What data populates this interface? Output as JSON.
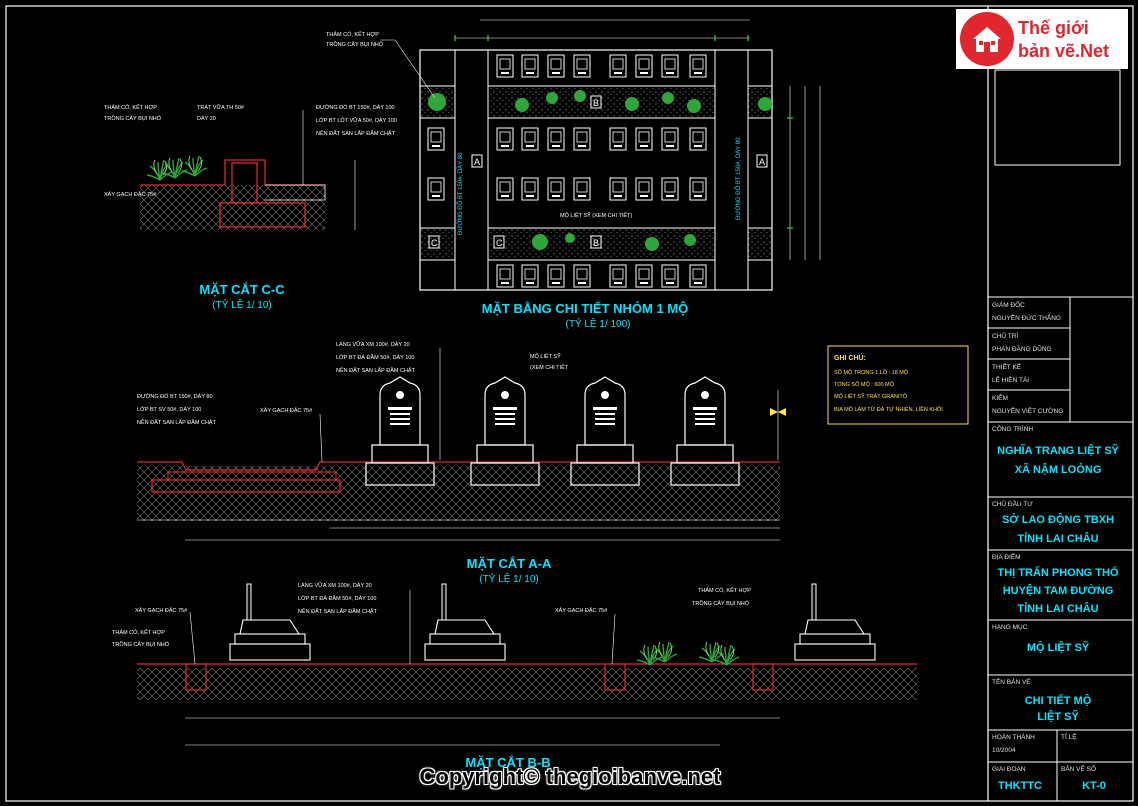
{
  "logo": {
    "line1": "Thế giới",
    "line2": "bản vẽ.Net"
  },
  "copyright": "Copyright© thegioibanve.net",
  "plan": {
    "title": "MẶT BẰNG CHI TIẾT NHÓM 1 MỘ",
    "scale": "(TỶ LỆ 1/ 100)",
    "note_grass": "THẢM CỎ, KẾT HỢP",
    "note_grass2": "TRỒNG CÂY BỤI NHỎ",
    "note_tomb": "MỘ LIỆT SỸ (XEM CHI TIẾT)",
    "road_left": "ĐƯỜNG ĐỔ BT 150#, DÀY 80",
    "road_right": "ĐƯỜNG ĐỔ BT 150#, DÀY 80",
    "mark_a": "A",
    "mark_b": "B",
    "mark_c": "C"
  },
  "section_cc": {
    "title": "MẶT CẮT C-C",
    "scale": "(TỶ LỆ 1/ 10)",
    "n1": "THẢM CỎ, KẾT HỢP",
    "n2": "TRỒNG CÂY BỤI NHỎ",
    "n3": "TRÁT VỮA TH 50#",
    "n4": "DÀY 20",
    "n5": "ĐƯỜNG ĐỔ BT 150#, DÀY 100",
    "n6": "LỚP BT LÓT VỮA 50#, DÀY 100",
    "n7": "NỀN ĐẤT SAN LẤP ĐẦM CHẶT",
    "n8": "XÂY GẠCH ĐẶC 75#"
  },
  "section_aa": {
    "title": "MẶT CẮT A-A",
    "scale": "(TỶ LỆ 1/ 10)",
    "n1": "LÁNG VỮA XM 100#, DÀY 20",
    "n2": "LỚP BT ĐÁ ĐẦM 50#, DÀY 100",
    "n3": "NỀN ĐẤT SAN LẤP ĐẦM CHẶT",
    "n4": "ĐƯỜNG ĐỔ BT 150#, DÀY 80",
    "n5": "LỚP BT SV 50#, DÀY 100",
    "n6": "NỀN ĐẤT SAN LẤP ĐẦM CHẶT",
    "n7": "XÂY GẠCH ĐẶC 75#",
    "n8": "MỘ LIỆT SỸ",
    "n9": "(XEM CHI TIẾT"
  },
  "section_bb": {
    "title": "MẶT CẮT B-B",
    "n1": "LÁNG VỮA XM 100#, DÀY 20",
    "n2": "LỚP BT ĐÁ ĐẦM 50#, DÀY 100",
    "n3": "NỀN ĐẤT SAN LẤP ĐẦM CHẶT",
    "n4": "XÂY GẠCH ĐẶC 75#",
    "n5": "THẢM CỎ, KẾT HỢP",
    "n6": "TRỒNG CÂY BỤI NHỎ",
    "n7": "XÂY GẠCH ĐẶC 75#",
    "n8": "THẢM CỎ, KẾT HỢP",
    "n9": "TRỒNG CÂY BỤI NHỎ"
  },
  "notes": {
    "heading": "GHI CHÚ:",
    "l1": "SỐ MỘ TRONG 1 LÔ : 18 MỘ",
    "l2": "TỔNG SỐ MỘ : 600 MỘ",
    "l3": "MỘ LIỆT SỸ TRÁT GRANITÔ",
    "l4": "BIA MỘ LÀM TỪ ĐÁ TỰ NHIÊN, LIỀN KHỐI"
  },
  "title_block": {
    "giam_doc_label": "GIÁM ĐỐC",
    "giam_doc": "NGUYỄN ĐỨC THẮNG",
    "chu_tri_label": "CHỦ TRÌ",
    "chu_tri": "PHAN ĐĂNG DŨNG",
    "thiet_ke_label": "THIẾT KẾ",
    "thiet_ke": "LÊ HIỀN TÀI",
    "kiem_label": "KIỂM",
    "kiem": "NGUYỄN VIỆT CƯỜNG",
    "cong_trinh_label": "CÔNG TRÌNH",
    "cong_trinh_1": "NGHĨA TRANG LIỆT SỸ",
    "cong_trinh_2": "XÃ NẬM LOỎNG",
    "chu_dau_tu_label": "CHỦ ĐẦU TƯ",
    "chu_dau_tu_1": "SỞ LAO ĐỘNG TBXH",
    "chu_dau_tu_2": "TỈNH LAI CHÂU",
    "dia_diem_label": "ĐỊA ĐIỂM",
    "dia_diem_1": "THỊ TRẤN PHONG THỔ",
    "dia_diem_2": "HUYỆN TAM ĐƯỜNG",
    "dia_diem_3": "TỈNH LAI CHÂU",
    "hang_muc_label": "HẠNG MỤC",
    "hang_muc": "MỘ LIỆT SỸ",
    "ten_ban_ve_label": "TÊN BẢN VẼ",
    "ten_ban_ve_1": "CHI TIẾT MỘ",
    "ten_ban_ve_2": "LIỆT SỸ",
    "hoan_thanh_label": "HOÀN THÀNH",
    "hoan_thanh": "10/2004",
    "ti_le_label": "TỈ LỆ",
    "giai_doan_label": "GIAI ĐOẠN",
    "giai_doan": "THKTTC",
    "ban_ve_so_label": "BẢN VẼ SỐ",
    "ban_ve_so": "KT-0"
  }
}
